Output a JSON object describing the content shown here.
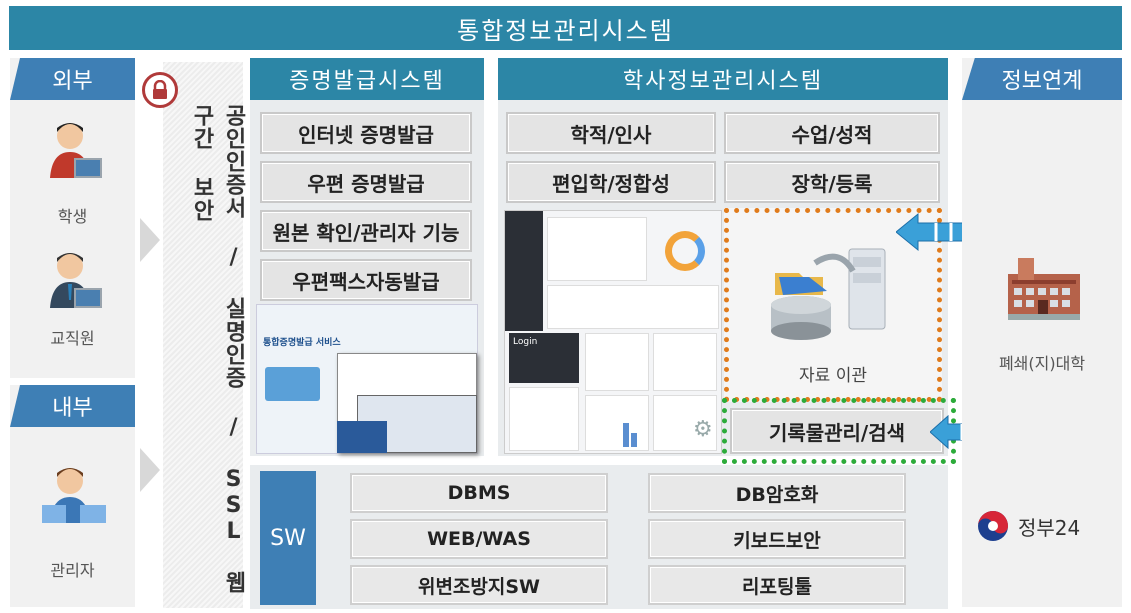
{
  "title": "통합정보관리시스템",
  "outside": {
    "tab": "외부",
    "users": [
      "학생",
      "교직원"
    ]
  },
  "inside": {
    "tab": "내부",
    "users": [
      "관리자"
    ]
  },
  "security_label": "공인인증서 / 실명인증 / SSL 웹구간 보안",
  "cert": {
    "title": "증명발급시스템",
    "items": [
      "인터넷 증명발급",
      "우편 증명발급",
      "원본 확인/관리자 기능",
      "우편팩스자동발급"
    ]
  },
  "academic": {
    "title": "학사정보관리시스템",
    "items": [
      "학적/인사",
      "수업/성적",
      "편입학/정합성",
      "장학/등록"
    ],
    "migration": "자료 이관",
    "records": "기록물관리/검색"
  },
  "screenshot_text": {
    "login": "Login",
    "cert_service": "통합증명발급 서비스"
  },
  "sw": {
    "label": "SW",
    "items": [
      "DBMS",
      "DB암호화",
      "WEB/WAS",
      "키보드보안",
      "위변조방지SW",
      "리포팅툴"
    ]
  },
  "link": {
    "tab": "정보연계",
    "closed_univ": "폐쇄(지)대학",
    "gov24": "정부24"
  }
}
